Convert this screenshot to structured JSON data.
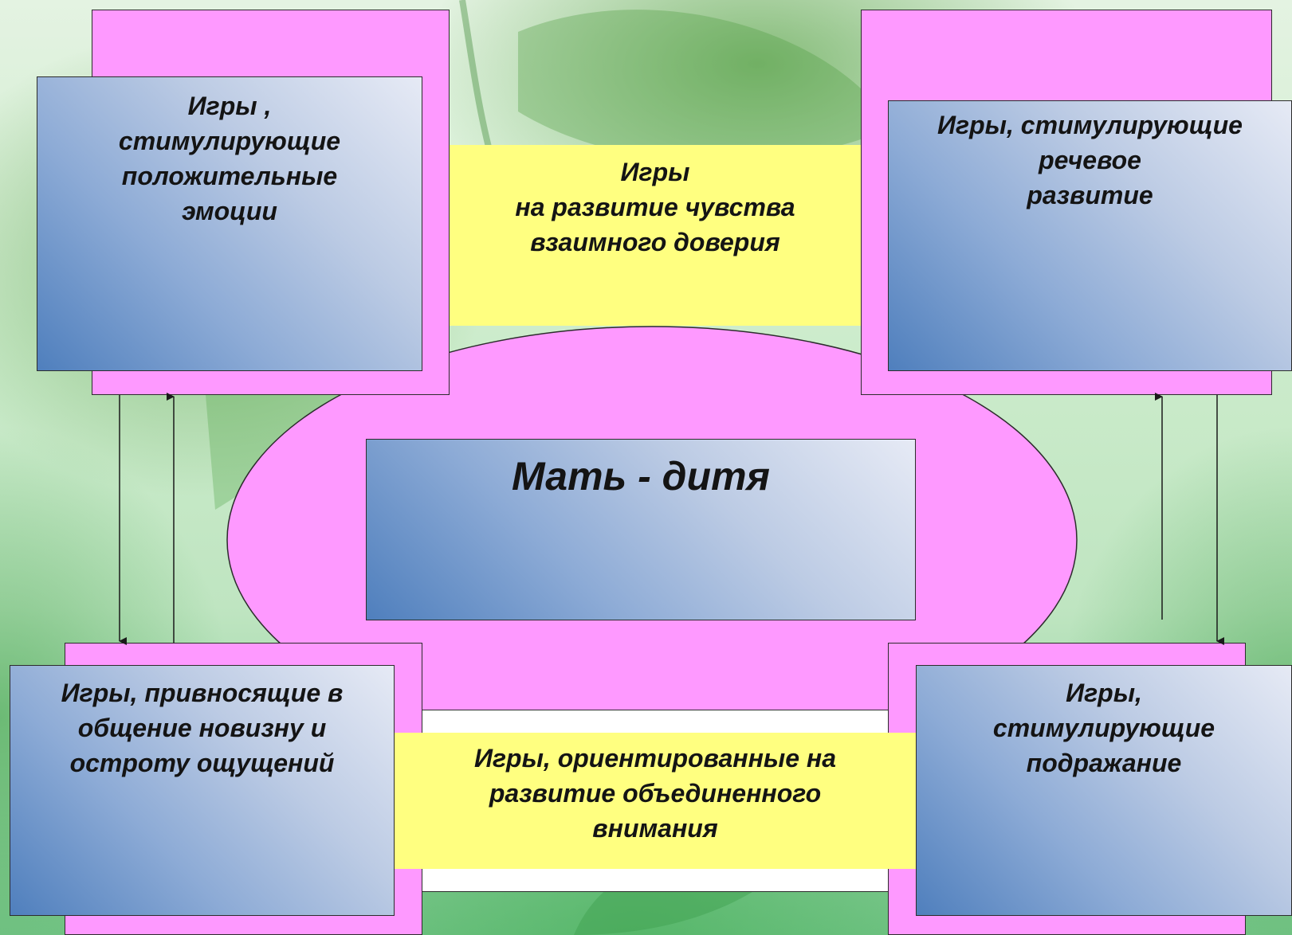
{
  "center": {
    "label": "Мать - дитя"
  },
  "top_left": {
    "label": "Игры ,\nстимулирующие\nположительные\nэмоции"
  },
  "top_center": {
    "label": "Игры\nна развитие чувства\nвзаимного доверия"
  },
  "top_right": {
    "label": "Игры, стимулирующие\nречевое\nразвитие"
  },
  "bottom_left": {
    "label": "Игры, привносящие в\nобщение новизну и\nостроту ощущений"
  },
  "bottom_center": {
    "label": "Игры, ориентированные на\nразвитие объединенного\nвнимания"
  },
  "bottom_right": {
    "label": "Игры,\nстимулирующие\nподражание"
  },
  "colors": {
    "pink": "#fe99ff",
    "yellow": "#ffff80",
    "blue_dark": "#4f7fbd",
    "blue_light": "#e6eaf5"
  }
}
